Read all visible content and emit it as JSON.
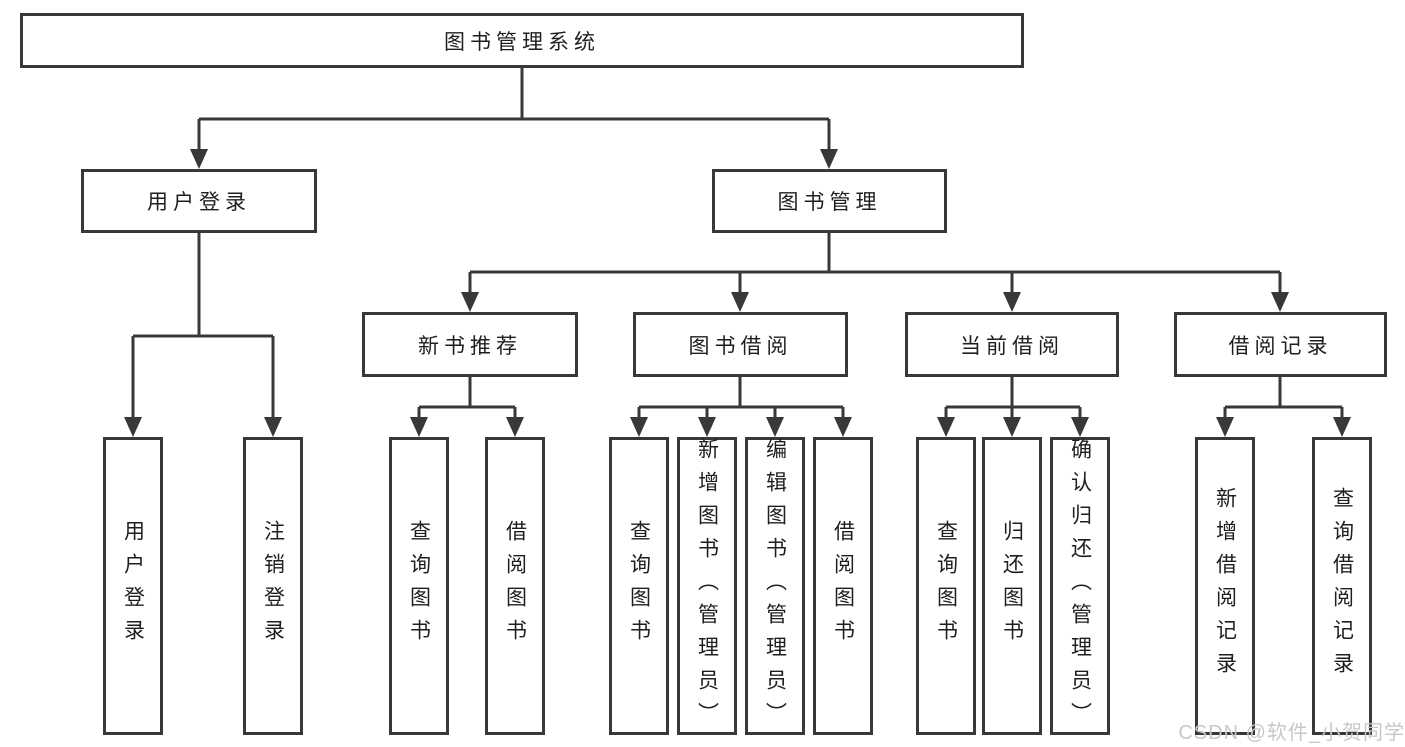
{
  "diagram": {
    "type": "tree",
    "root": {
      "label": "图书管理系统"
    },
    "user_login": {
      "label": "用户登录",
      "children": [
        "用户登录",
        "注销登录"
      ]
    },
    "book_mgmt": {
      "label": "图书管理"
    },
    "new_book": {
      "label": "新书推荐",
      "children": [
        "查询图书",
        "借阅图书"
      ]
    },
    "book_borrow": {
      "label": "图书借阅",
      "children": [
        "查询图书",
        "新增图书（管理员）",
        "编辑图书（管理员）",
        "借阅图书"
      ]
    },
    "current_borrow": {
      "label": "当前借阅",
      "children": [
        "查询图书",
        "归还图书",
        "确认归还（管理员）"
      ]
    },
    "borrow_record": {
      "label": "借阅记录",
      "children": [
        "新增借阅记录",
        "查询借阅记录"
      ]
    },
    "colors": {
      "line": "#383838",
      "text": "#1f1f1f",
      "box_background": "#ffffff"
    }
  },
  "watermark": {
    "text": "CSDN @软件_小贺同学",
    "color": "#c8c8c8"
  }
}
